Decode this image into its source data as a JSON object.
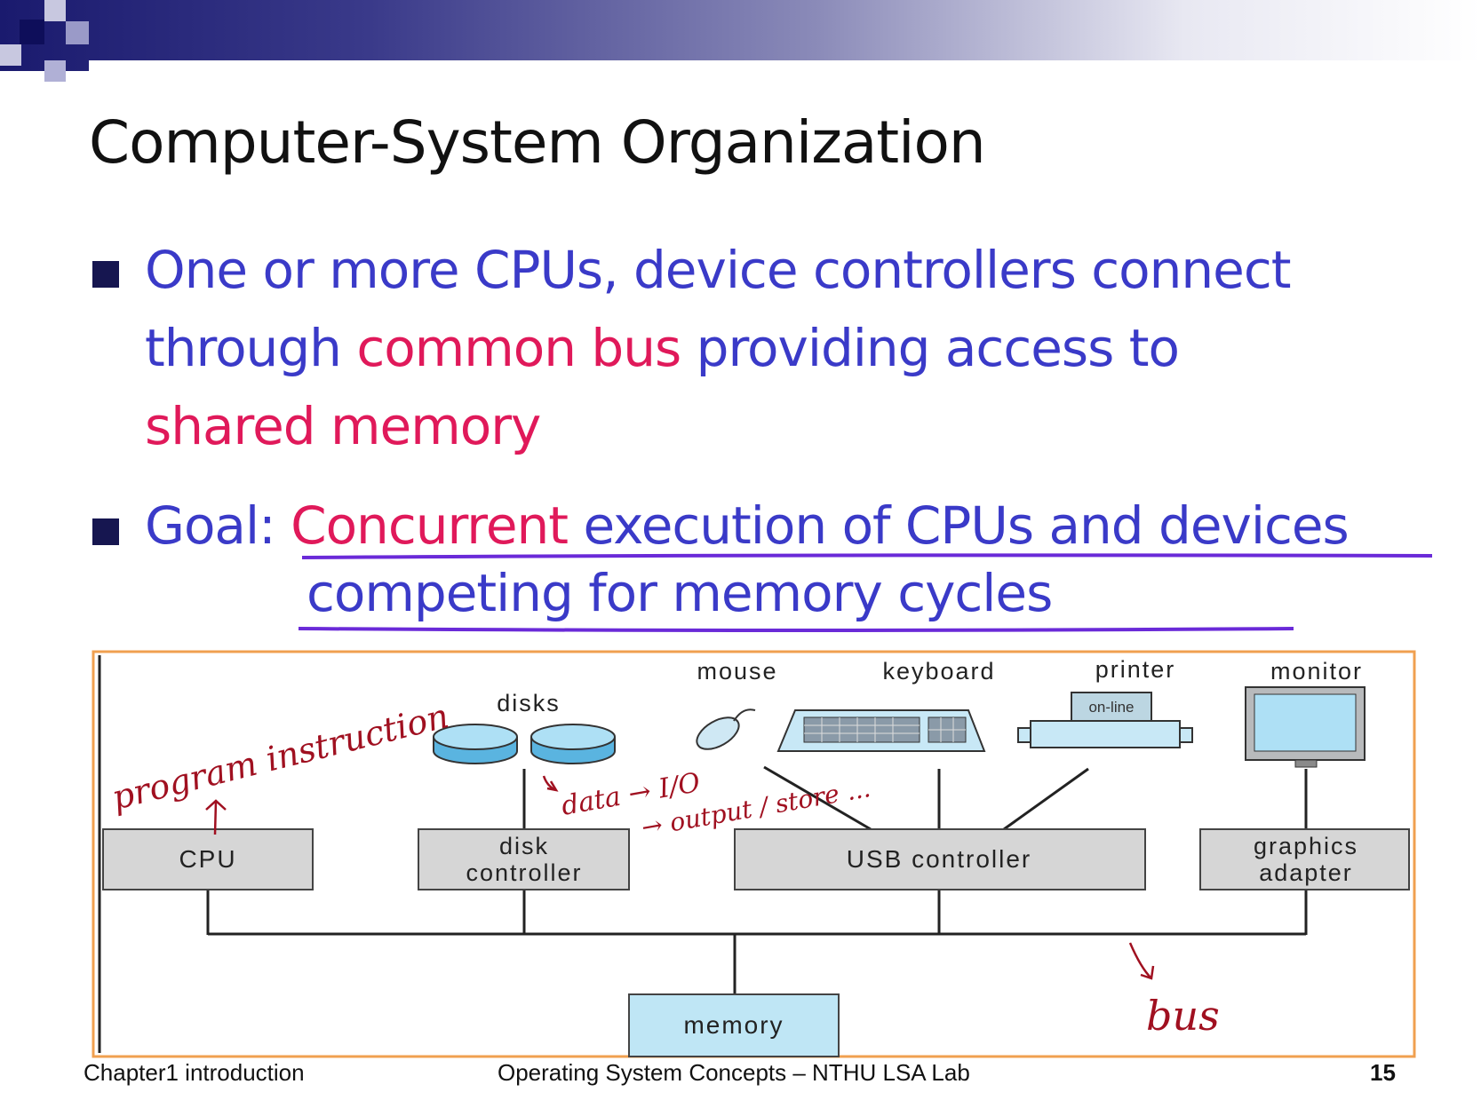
{
  "slide": {
    "title": "Computer-System Organization",
    "bullet1": {
      "part1": "One or more CPUs, device controllers connect",
      "part2": "through ",
      "part3": "common bus",
      "part4": " providing access to",
      "part5": "shared memory"
    },
    "bullet2": {
      "label": "Goal: ",
      "part1": "Concurrent",
      "part2": " execution of CPUs and devices",
      "part3": "competing for memory cycles"
    }
  },
  "diagram": {
    "devices": {
      "disks": "disks",
      "mouse": "mouse",
      "keyboard": "keyboard",
      "printer": "printer",
      "printer_status": "on-line",
      "monitor": "monitor"
    },
    "boxes": {
      "cpu": "CPU",
      "disk_controller_line1": "disk",
      "disk_controller_line2": "controller",
      "usb_controller": "USB controller",
      "graphics_adapter_line1": "graphics",
      "graphics_adapter_line2": "adapter",
      "memory": "memory"
    },
    "annotations": {
      "program_instruction": "program instruction",
      "data_io": "data → I/O",
      "output_store": "→ output / store ...",
      "bus": "bus"
    }
  },
  "footer": {
    "chapter": "Chapter1 introduction",
    "course": "Operating System Concepts – NTHU LSA Lab",
    "page": "15"
  },
  "colors": {
    "header_dark": "#1a1a6e",
    "bullet_blue": "#3a3ac8",
    "highlight_red": "#e0195a",
    "underline_purple": "#6a2ad8",
    "frame_orange": "#f0a050",
    "box_gray": "#d6d6d6",
    "memory_blue": "#bfe6f5",
    "annotation_red": "#a01020"
  }
}
